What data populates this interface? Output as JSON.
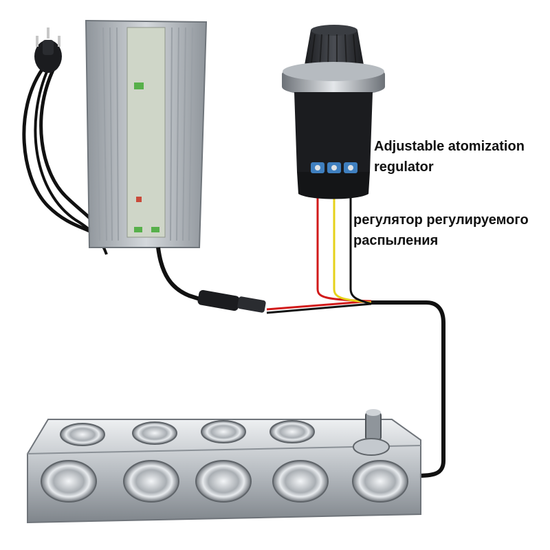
{
  "captions": {
    "english": [
      "Adjustable atomization",
      "regulator"
    ],
    "russian": [
      "регулятор регулируемого",
      "распыления"
    ]
  },
  "colors": {
    "background": "#ffffff",
    "caption_text": "#111111",
    "power_supply_body": "#b9bec3",
    "power_supply_label": "#cfd6c8",
    "cable_black": "#111111",
    "wire_red": "#d11a1a",
    "wire_yellow": "#e6d21a",
    "wire_black": "#111111",
    "knob": "#2a2c30",
    "regulator_ring": "#9fa4aa",
    "regulator_base": "#1b1c1f",
    "mister_body": "#c9cdd1",
    "mister_transducer": "#dfe3e6"
  },
  "components": {
    "plug": "plug-icon",
    "power_supply": "power-supply-icon",
    "connector": "connector-icon",
    "regulator": "potentiometer-icon",
    "mist_maker": "mist-maker-icon",
    "transducer_count": 10
  }
}
